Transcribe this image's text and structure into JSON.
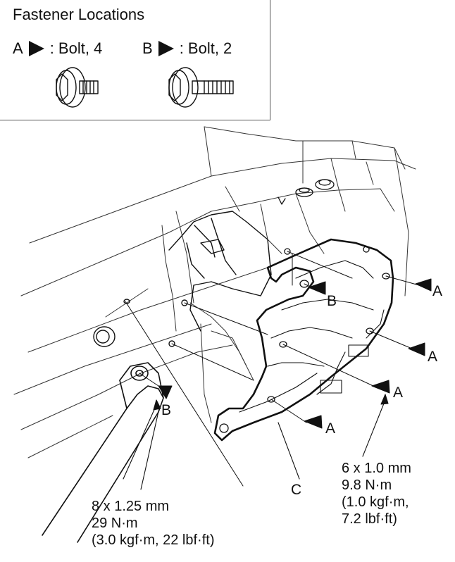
{
  "legend": {
    "title": "Fastener Locations",
    "item_a": {
      "letter": "A",
      "text": ": Bolt, 4"
    },
    "item_b": {
      "letter": "B",
      "text": ": Bolt, 2"
    }
  },
  "callouts": {
    "a": "A",
    "b": "B",
    "c": "C"
  },
  "spec_large": {
    "line1": "8 x 1.25 mm",
    "line2": "29 N·m",
    "line3": "(3.0 kgf·m, 22 lbf·ft)"
  },
  "spec_small": {
    "line1": "6 x 1.0 mm",
    "line2": "9.8 N·m",
    "line3": "(1.0 kgf·m,",
    "line4": "7.2 lbf·ft)"
  },
  "colors": {
    "line": "#111111",
    "background": "#ffffff"
  }
}
